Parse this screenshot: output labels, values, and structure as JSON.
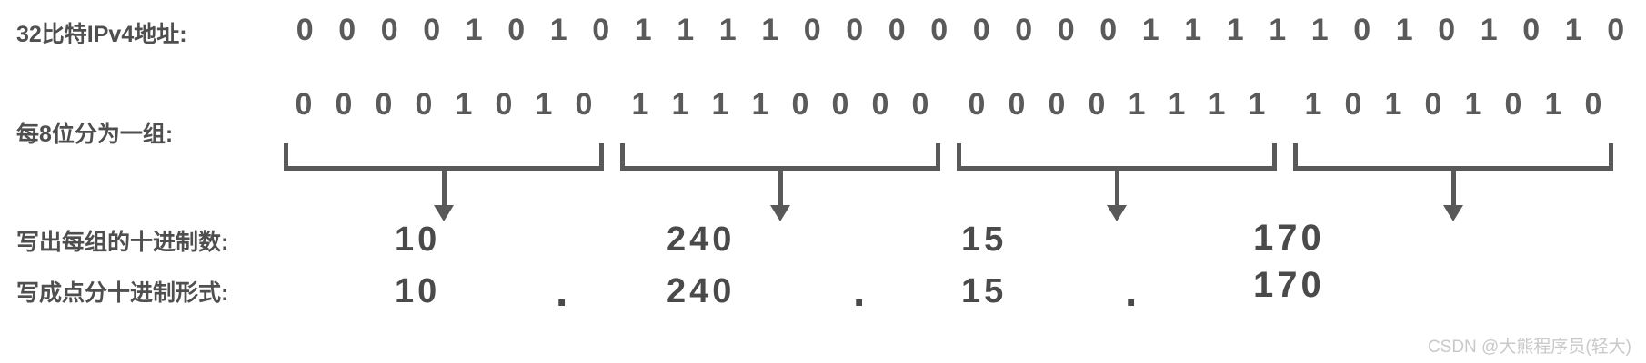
{
  "diagram": {
    "title_label": "32比特IPv4地址:",
    "rows": [
      {
        "key": "row1",
        "label": "32比特IPv4地址:"
      },
      {
        "key": "row2",
        "label": "每8位分为一组:"
      },
      {
        "key": "row3",
        "label": "写出每组的十进制数:"
      },
      {
        "key": "row4",
        "label": "写成点分十进制形式:"
      }
    ],
    "bits_full": "00001010111100000000111110101010",
    "bit_groups": [
      "00001010",
      "11110000",
      "00001111",
      "10101010"
    ],
    "decimals": [
      "10",
      "240",
      "15",
      "170"
    ],
    "dotted_decimal": {
      "octets": [
        "10",
        "240",
        "15",
        "170"
      ],
      "separator": ".",
      "full": "10.240.15.170"
    },
    "colors": {
      "text": "#4f4f4f",
      "bits": "#5a5a5a",
      "bracket": "#595959",
      "background": "#ffffff",
      "watermark": "#c9c9c9"
    }
  },
  "watermark": {
    "text": "CSDN @大熊程序员(轻大)"
  }
}
